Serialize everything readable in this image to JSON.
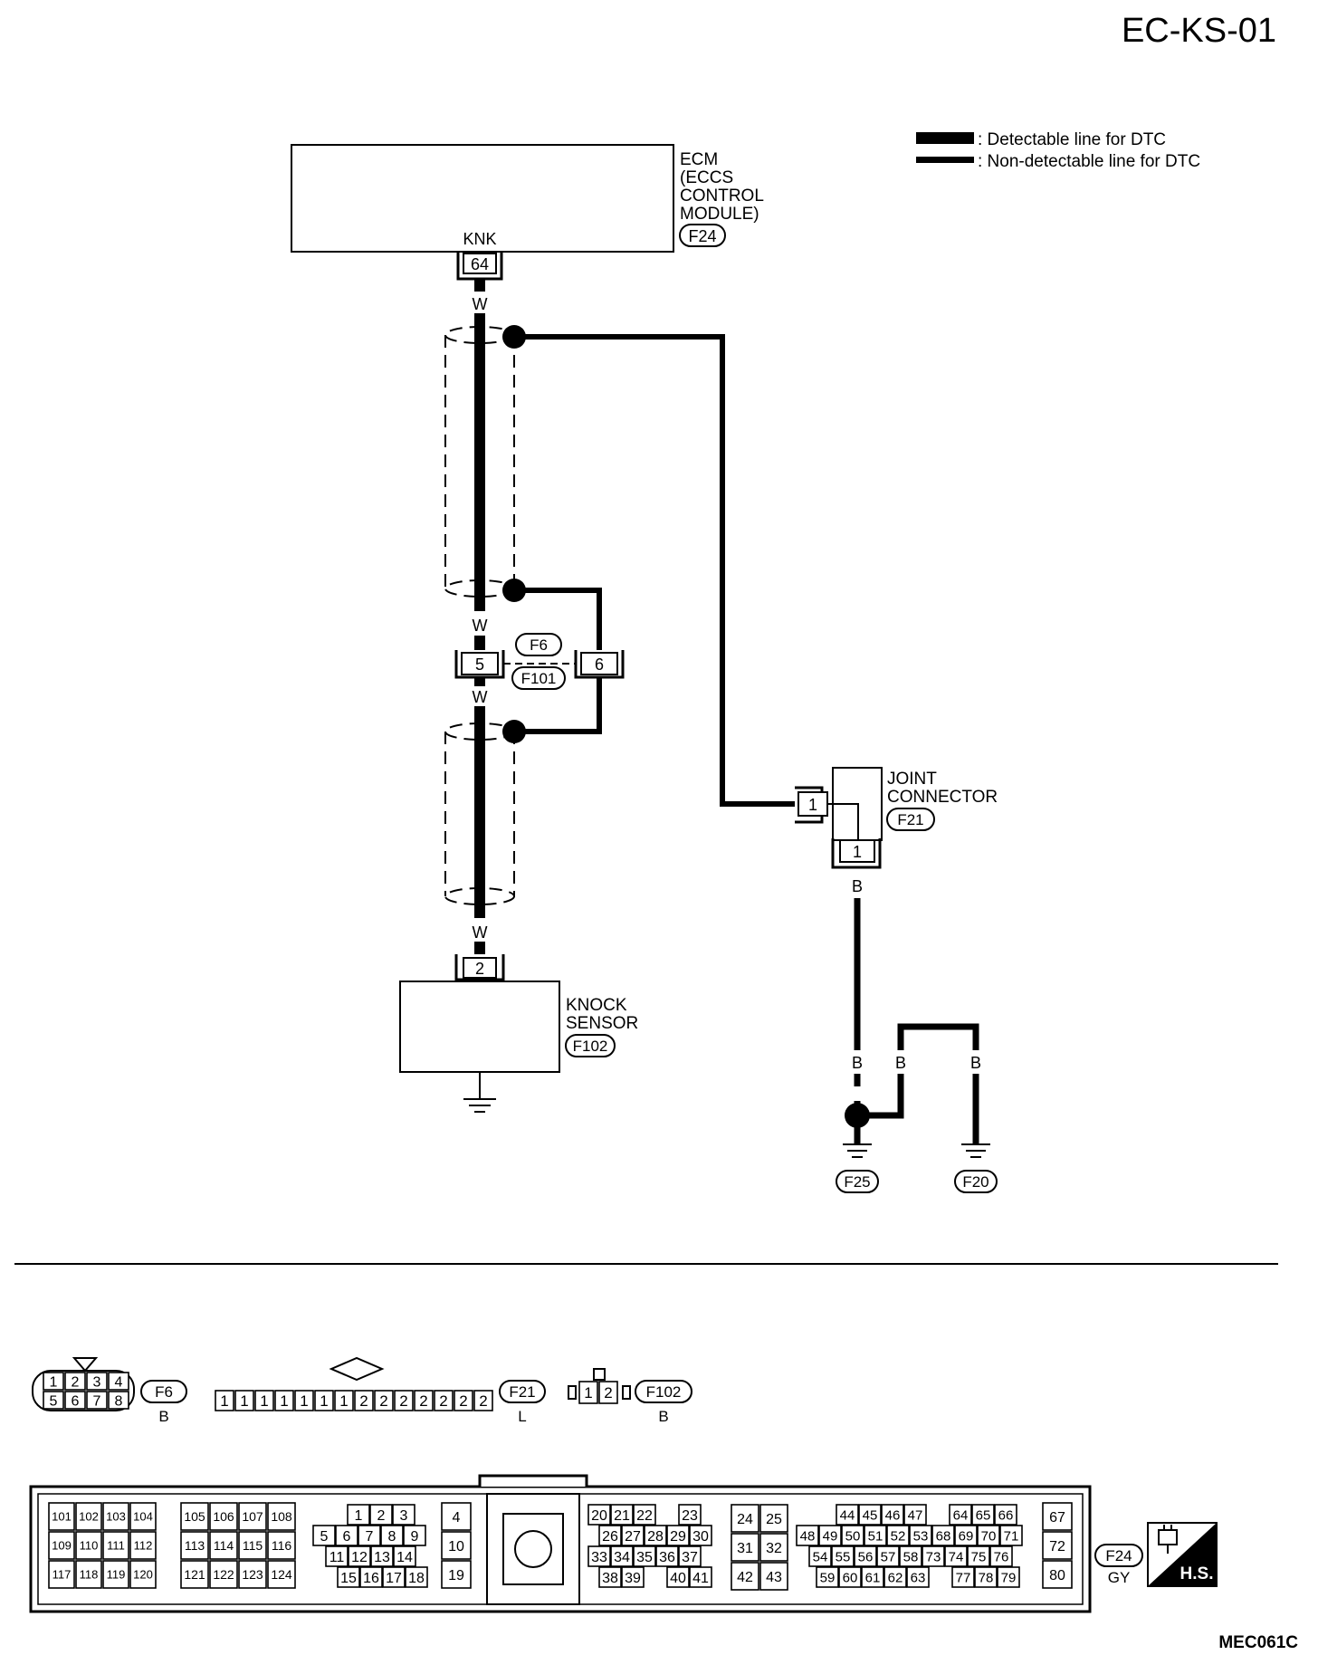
{
  "page_code": "EC-KS-01",
  "figure_code": "MEC061C",
  "legend": {
    "detectable": ": Detectable line for DTC",
    "non_detectable": ": Non-detectable line for DTC"
  },
  "ecm": {
    "lines": [
      "ECM",
      "(ECCS",
      "CONTROL",
      "MODULE)"
    ],
    "connector": "F24",
    "terminal_label": "KNK",
    "terminal": "64"
  },
  "wire_colors": {
    "w": "W",
    "b": "B"
  },
  "harness_connector": {
    "top": "F6",
    "bottom": "F101",
    "pin_signal": "5",
    "pin_shield": "6"
  },
  "joint_connector": {
    "lines": [
      "JOINT",
      "CONNECTOR"
    ],
    "connector": "F21",
    "pin_in": "1",
    "pin_out": "1"
  },
  "knock_sensor": {
    "lines": [
      "KNOCK",
      "SENSOR"
    ],
    "connector": "F102",
    "pin": "2"
  },
  "grounds": [
    "F25",
    "F20"
  ],
  "connector_views": {
    "f6": {
      "id": "F6",
      "color": "B",
      "row1": [
        "1",
        "2",
        "3",
        "4"
      ],
      "row2": [
        "5",
        "6",
        "7",
        "8"
      ]
    },
    "f21": {
      "id": "F21",
      "color": "L",
      "pins": [
        "1",
        "1",
        "1",
        "1",
        "1",
        "1",
        "1",
        "2",
        "2",
        "2",
        "2",
        "2",
        "2",
        "2"
      ]
    },
    "f102": {
      "id": "F102",
      "color": "B",
      "pins": [
        "1",
        "2"
      ]
    },
    "f24": {
      "id": "F24",
      "color": "GY",
      "g1": [
        [
          "101",
          "102",
          "103",
          "104"
        ],
        [
          "109",
          "110",
          "111",
          "112"
        ],
        [
          "117",
          "118",
          "119",
          "120"
        ]
      ],
      "g2": [
        [
          "105",
          "106",
          "107",
          "108"
        ],
        [
          "113",
          "114",
          "115",
          "116"
        ],
        [
          "121",
          "122",
          "123",
          "124"
        ]
      ],
      "g3": [
        [
          "1",
          "2",
          "3"
        ],
        [
          "5",
          "6",
          "7",
          "8",
          "9"
        ],
        [
          "11",
          "12",
          "13",
          "14"
        ],
        [
          "15",
          "16",
          "17",
          "18"
        ]
      ],
      "g4": [
        "4",
        "10",
        "19"
      ],
      "g5": [
        [
          "20",
          "21",
          "22",
          "",
          "23"
        ],
        [
          "26",
          "27",
          "28",
          "29",
          "30"
        ],
        [
          "33",
          "34",
          "35",
          "36",
          "37"
        ],
        [
          "38",
          "39",
          "",
          "40",
          "41"
        ]
      ],
      "g6": [
        [
          "24",
          "25"
        ],
        [
          "31",
          "32"
        ],
        [
          "42",
          "43"
        ]
      ],
      "g7": [
        [
          "44",
          "45",
          "46",
          "47",
          "",
          "64",
          "65",
          "66"
        ],
        [
          "48",
          "49",
          "50",
          "51",
          "52",
          "53",
          "68",
          "69",
          "70",
          "71"
        ],
        [
          "54",
          "55",
          "56",
          "57",
          "58",
          "73",
          "74",
          "75",
          "76"
        ],
        [
          "59",
          "60",
          "61",
          "62",
          "63",
          "",
          "77",
          "78",
          "79"
        ]
      ],
      "g8": [
        "67",
        "72",
        "80"
      ]
    }
  },
  "hs_label": "H.S."
}
